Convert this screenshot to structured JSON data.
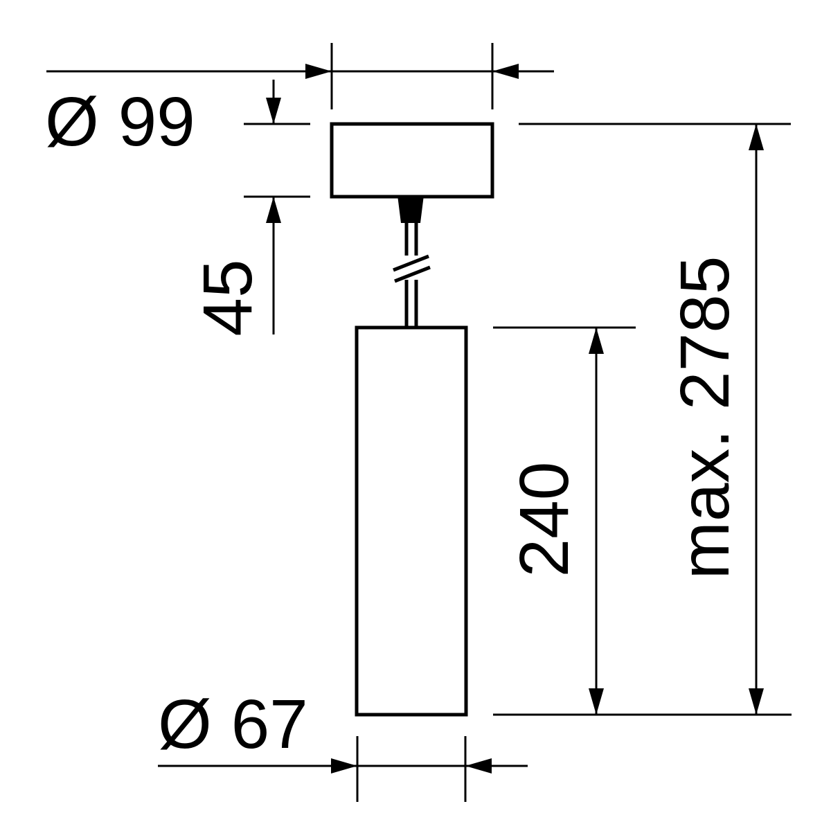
{
  "diagram": {
    "kind": "technical-dimension-drawing",
    "colors": {
      "line": "#000000",
      "background": "#ffffff"
    },
    "dimensions": {
      "canopy_diameter": {
        "label": "Ø 99",
        "value": 99
      },
      "canopy_height": {
        "label": "45",
        "value": 45
      },
      "body_length": {
        "label": "240",
        "value": 240
      },
      "max_height": {
        "label": "max. 2785",
        "value": 2785
      },
      "body_diameter": {
        "label": "Ø 67",
        "value": 67
      }
    }
  }
}
